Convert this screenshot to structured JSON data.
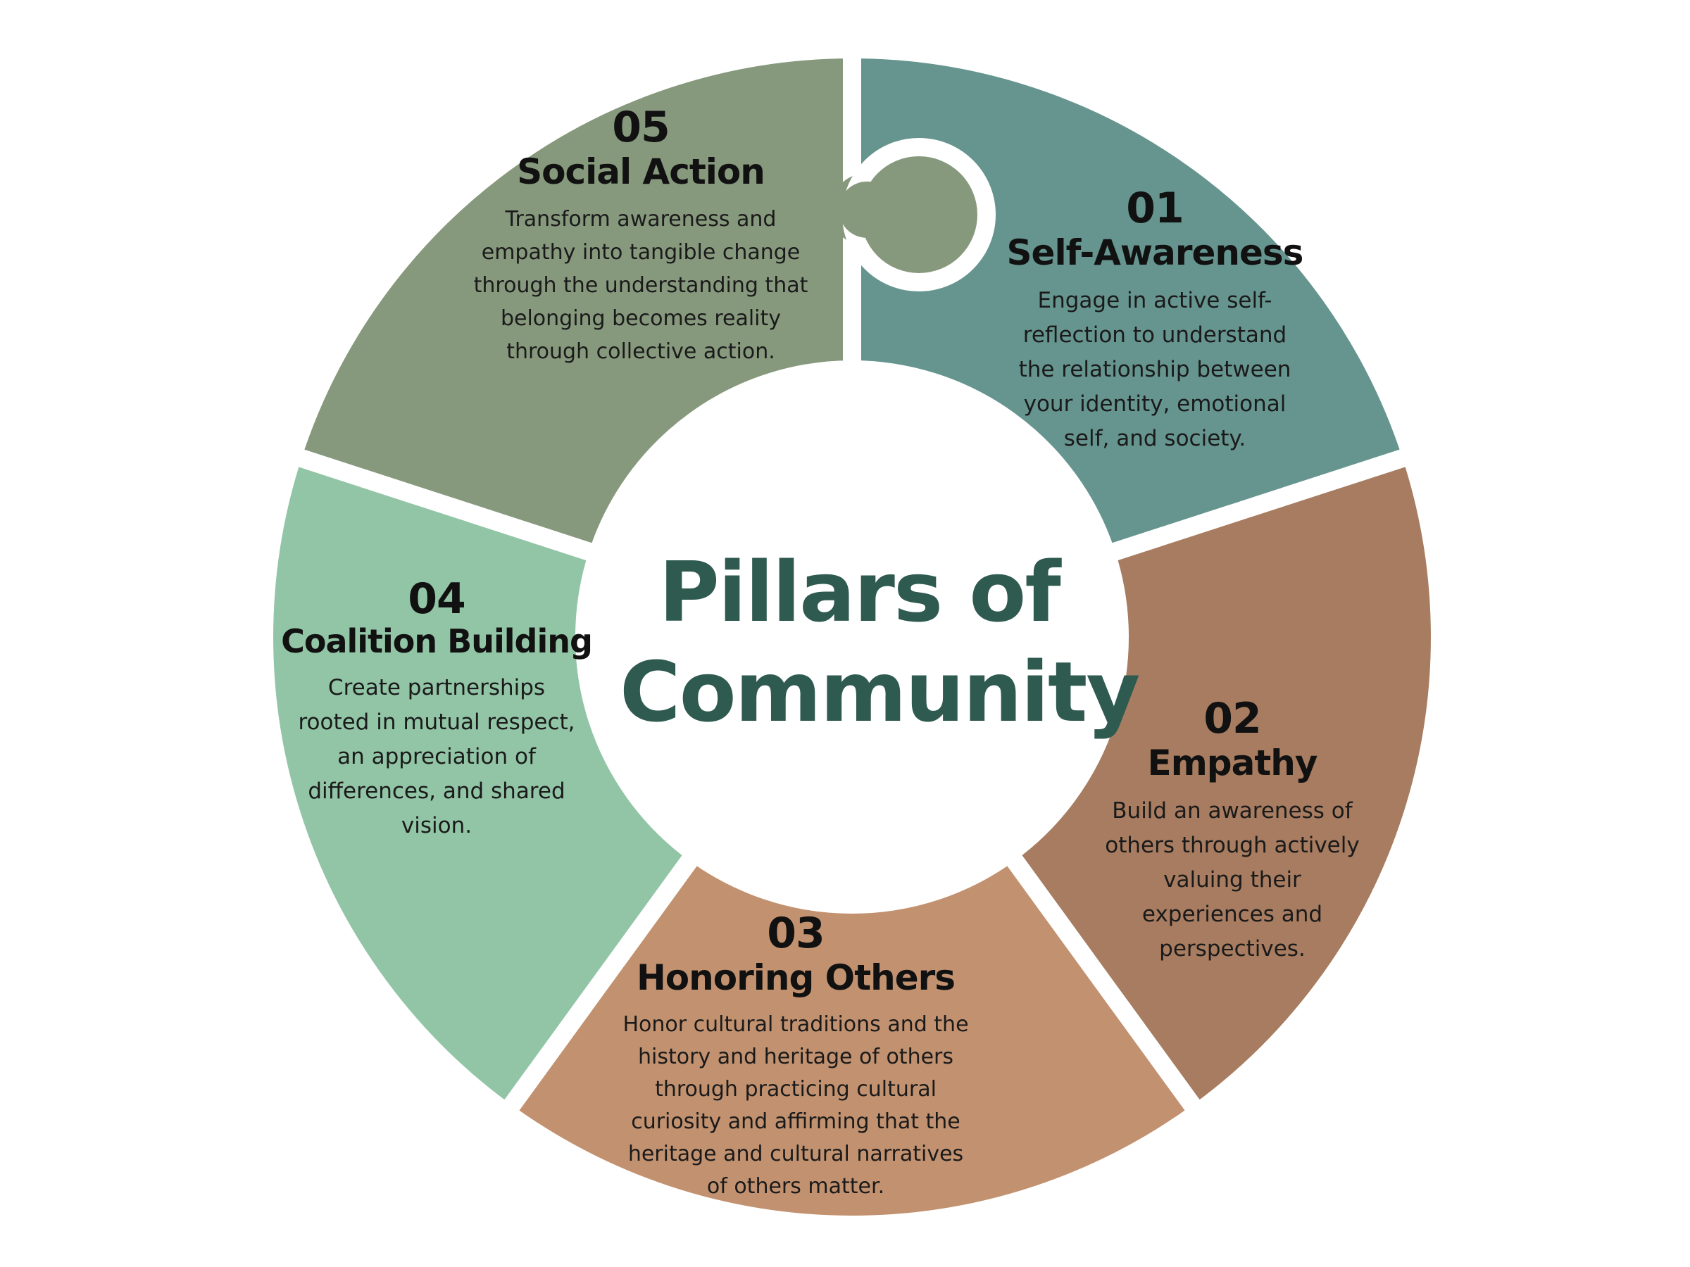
{
  "center": {
    "line1": "Pillars of",
    "line2": "Community"
  },
  "colors": {
    "self_awareness": "#66958f",
    "empathy": "#a77c60",
    "honoring_others": "#c29270",
    "coalition_building": "#92c5a6",
    "social_action": "#87997d",
    "center_text": "#2f5a50"
  },
  "pillars": [
    {
      "number": "01",
      "title": "Self-Awareness",
      "lines": [
        "Engage in active self-",
        "reflection to understand",
        "the relationship between",
        "your identity, emotional",
        "self, and society."
      ]
    },
    {
      "number": "02",
      "title": "Empathy",
      "lines": [
        "Build an awareness of",
        "others through actively",
        "valuing their",
        "experiences and",
        "perspectives."
      ]
    },
    {
      "number": "03",
      "title": "Honoring Others",
      "lines": [
        "Honor cultural traditions and the",
        "history and heritage of others",
        "through practicing cultural",
        "curiosity and affirming that the",
        "heritage and cultural narratives",
        "of others matter."
      ]
    },
    {
      "number": "04",
      "title": "Coalition Building",
      "lines": [
        "Create partnerships",
        "rooted in mutual respect,",
        "an appreciation of",
        "differences, and shared",
        "vision."
      ]
    },
    {
      "number": "05",
      "title": "Social Action",
      "lines": [
        "Transform awareness and",
        "empathy into tangible change",
        "through the understanding that",
        "belonging becomes reality",
        "through collective action."
      ]
    }
  ]
}
